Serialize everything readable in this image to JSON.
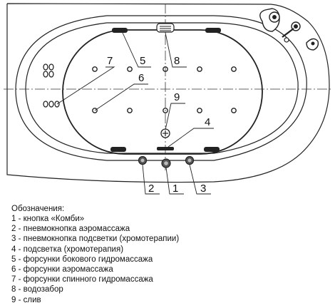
{
  "diagram": {
    "callout_numbers": {
      "n1": "1",
      "n2": "2",
      "n3": "3",
      "n4": "4",
      "n5": "5",
      "n6": "6",
      "n7": "7",
      "n8": "8",
      "n9": "9"
    }
  },
  "legend": {
    "title": "Обозначения:",
    "items": [
      "1 - кнопка «Комби»",
      "2 - пневмокнопка аэромассажа",
      "3 - пневмокнопка подсветки (хромотерапии)",
      "4 - подсветка (хромотерапия)",
      "5 - форсунки бокового гидромассажа",
      "6 - форсунки аэромассажа",
      "7 - форсунки спинного гидромассажа",
      "8 - водозабор",
      "9 - слив"
    ]
  }
}
